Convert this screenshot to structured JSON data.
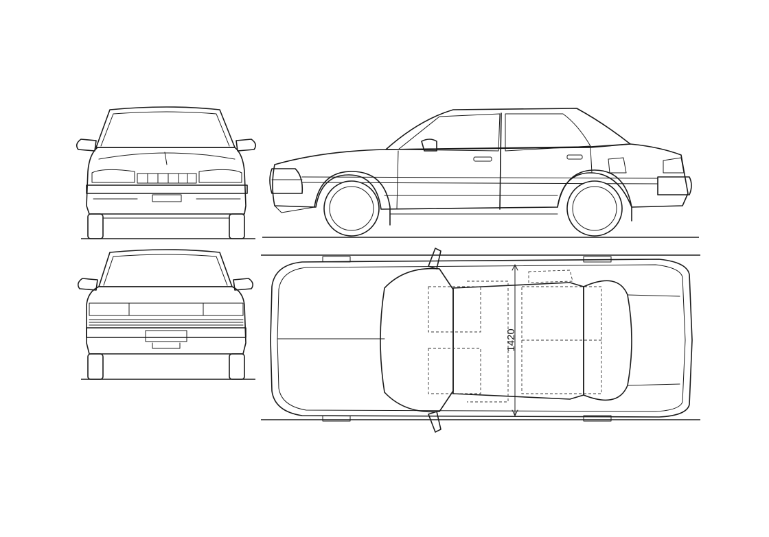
{
  "drawing": {
    "views": [
      "front",
      "side",
      "rear",
      "top"
    ],
    "dimension_label": "1420",
    "line_color": "#1a1a1a",
    "background_color": "#ffffff"
  }
}
